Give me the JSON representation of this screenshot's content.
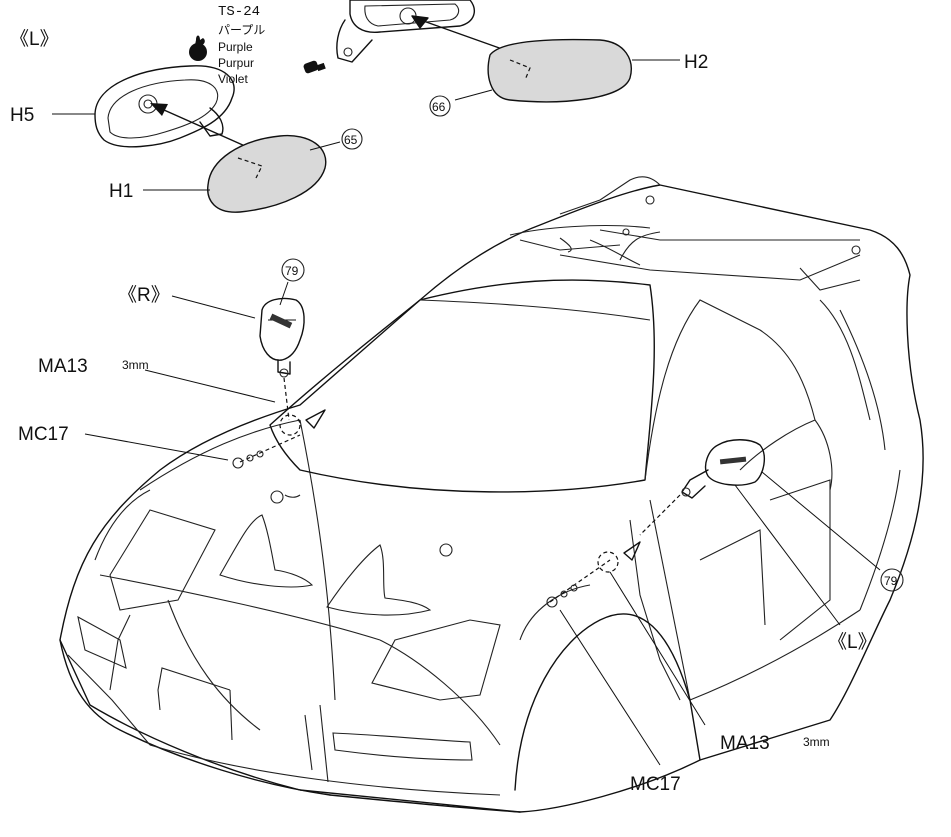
{
  "paint": {
    "code": "TS-24",
    "jp": "パープル",
    "en": "Purple",
    "de": "Purpur",
    "fr": "Violet"
  },
  "labels": {
    "left_top": "《L》",
    "right": "《R》",
    "left_bottom": "《L》",
    "h5": "H5",
    "h1": "H1",
    "h2": "H2",
    "ma13_top": "MA13",
    "ma13_top_size": "3mm",
    "mc17_top": "MC17",
    "ma13_bottom": "MA13",
    "ma13_bottom_size": "3mm",
    "mc17_bottom": "MC17"
  },
  "callouts": {
    "c65": "65",
    "c66": "66",
    "c79_top": "79",
    "c79_right": "79"
  },
  "colors": {
    "line": "#111111",
    "glass": "#d9d9d9",
    "background": "#ffffff"
  }
}
